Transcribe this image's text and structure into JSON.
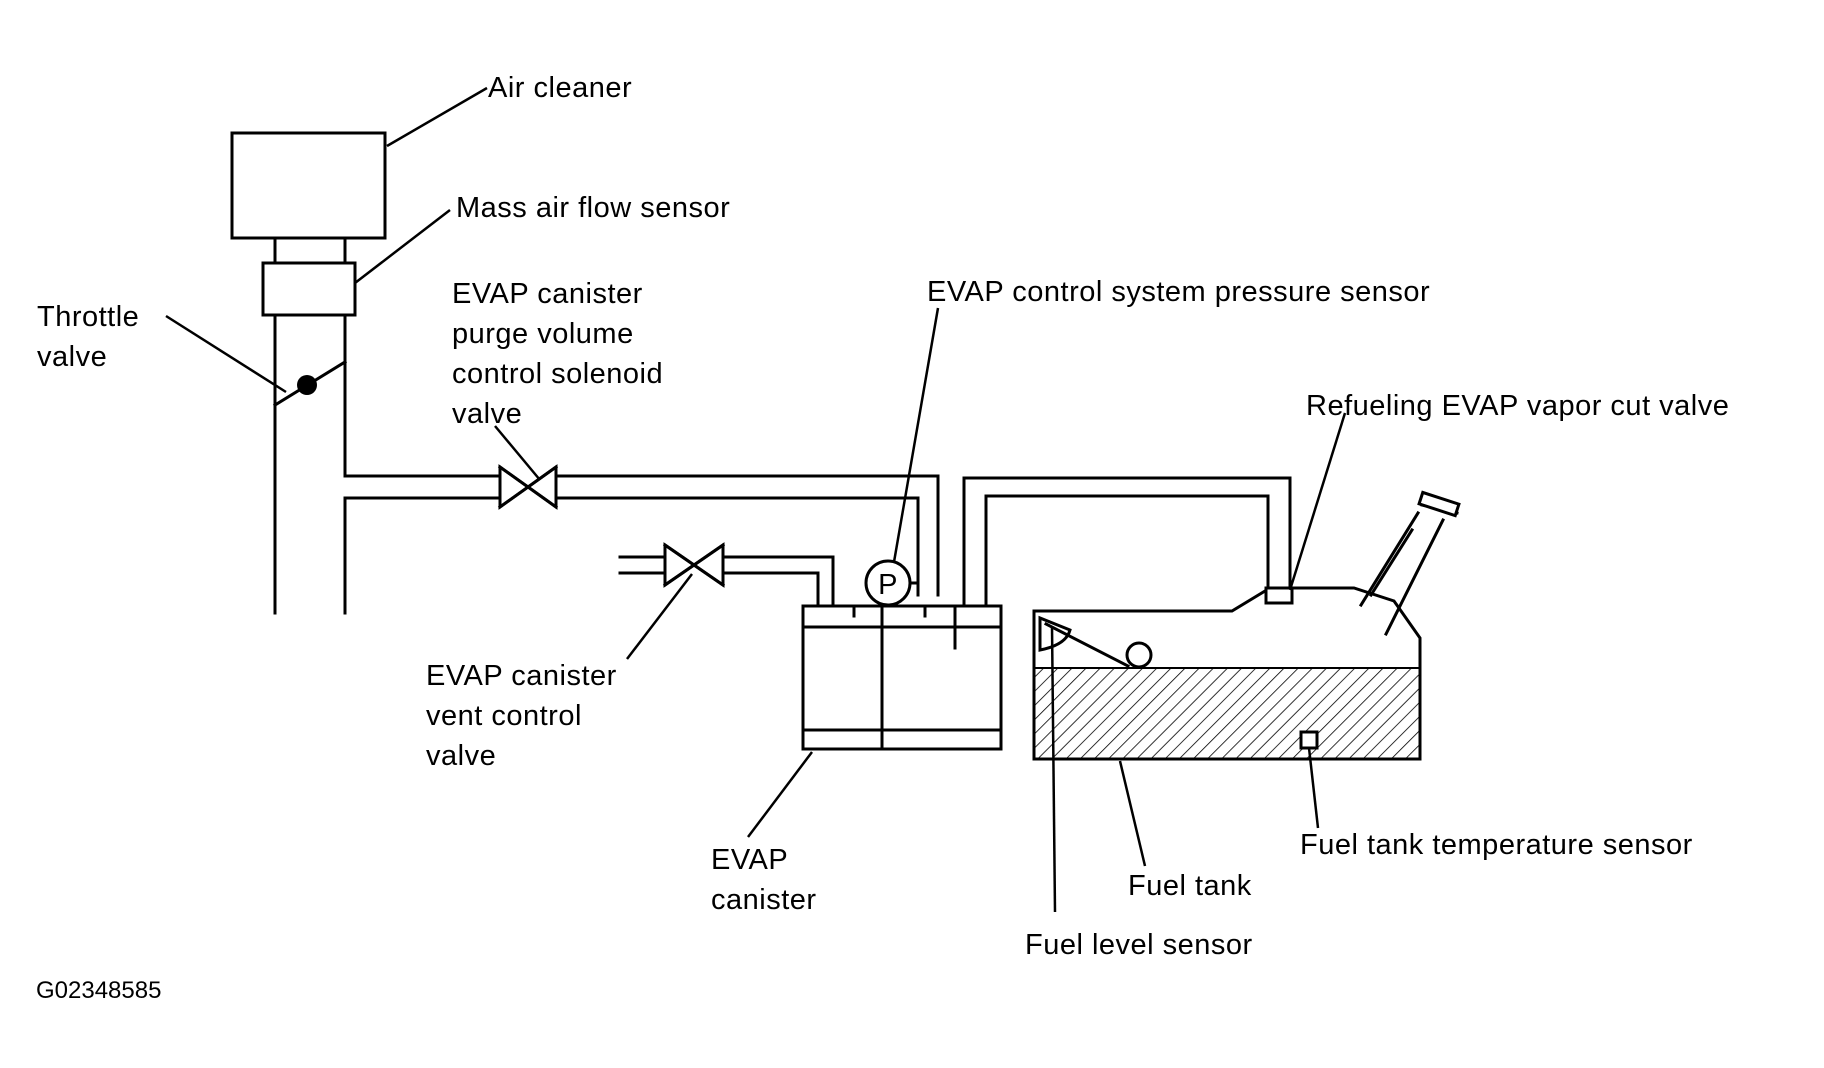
{
  "labels": {
    "air_cleaner": "Air cleaner",
    "mass_air_flow_sensor": "Mass air flow sensor",
    "throttle_valve": [
      "Throttle",
      "valve"
    ],
    "purge_valve": [
      "EVAP canister",
      "purge volume",
      "control solenoid",
      "valve"
    ],
    "pressure_sensor": "EVAP control system pressure sensor",
    "vapor_cut_valve": "Refueling EVAP vapor cut valve",
    "vent_valve": [
      "EVAP canister",
      "vent control",
      "valve"
    ],
    "canister": [
      "EVAP",
      "canister"
    ],
    "fuel_tank": "Fuel tank",
    "fuel_tank_temp_sensor": "Fuel tank temperature sensor",
    "fuel_level_sensor": "Fuel level sensor",
    "pressure_symbol": "P"
  },
  "figure_id": "G02348585",
  "colors": {
    "line": "#000000",
    "background": "#ffffff"
  }
}
